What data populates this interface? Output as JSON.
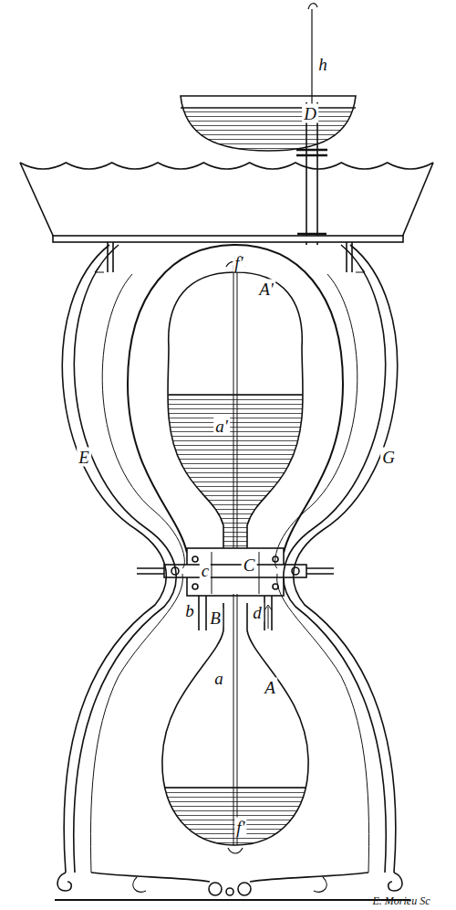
{
  "diagram": {
    "labels": [
      "h",
      "D",
      "f'",
      "A'",
      "a'",
      "E",
      "G",
      "c",
      "C",
      "b",
      "B",
      "d",
      "a",
      "A",
      "f'",
      "E. Morieu Sc"
    ]
  }
}
